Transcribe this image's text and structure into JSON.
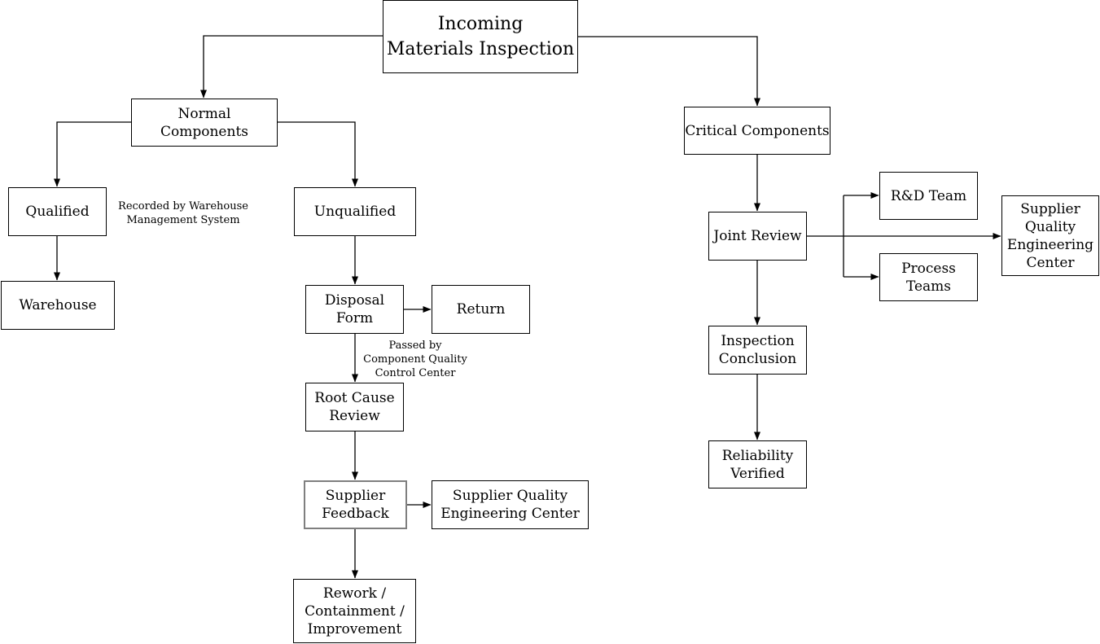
{
  "colors": {
    "background": "#ffffff",
    "node_fill": "#ffffff",
    "node_border": "#000000",
    "highlight_border": "#7f7f7f",
    "line": "#000000",
    "text": "#000000"
  },
  "nodes": {
    "incoming": {
      "lines": [
        "Incoming",
        "Materials Inspection"
      ]
    },
    "normal": {
      "lines": [
        "Normal Components"
      ]
    },
    "qualified": {
      "lines": [
        "Qualified"
      ]
    },
    "warehouse": {
      "lines": [
        "Warehouse"
      ]
    },
    "unqualified": {
      "lines": [
        "Unqualified"
      ]
    },
    "disposal": {
      "lines": [
        "Disposal",
        "Form"
      ]
    },
    "return": {
      "lines": [
        "Return"
      ]
    },
    "root_cause": {
      "lines": [
        "Root Cause",
        "Review"
      ]
    },
    "supplier_feedback": {
      "lines": [
        "Supplier",
        "Feedback"
      ]
    },
    "sqec_left": {
      "lines": [
        "Supplier Quality",
        "Engineering Center"
      ]
    },
    "rework": {
      "lines": [
        "Rework /",
        "Containment /",
        "Improvement"
      ]
    },
    "critical": {
      "lines": [
        "Critical Components"
      ]
    },
    "joint_review": {
      "lines": [
        "Joint Review"
      ]
    },
    "rd_team": {
      "lines": [
        "R&D Team"
      ]
    },
    "process_teams": {
      "lines": [
        "Process",
        "Teams"
      ]
    },
    "sqec_right": {
      "lines": [
        "Supplier",
        "Quality",
        "Engineering",
        "Center"
      ]
    },
    "inspection": {
      "lines": [
        "Inspection",
        "Conclusion"
      ]
    },
    "reliability": {
      "lines": [
        "Reliability",
        "Verified"
      ]
    }
  },
  "notes": {
    "recorded": {
      "lines": [
        "Recorded by Warehouse",
        "Management System"
      ]
    },
    "passed": {
      "lines": [
        "Passed by",
        "Component Quality",
        "Control Center"
      ]
    }
  }
}
